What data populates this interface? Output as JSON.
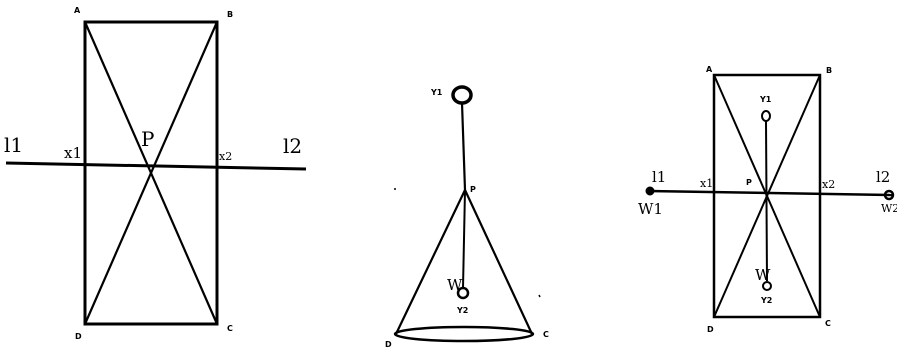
{
  "figure1": {
    "corner_a": "A",
    "corner_b": "B",
    "corner_c": "C",
    "corner_d": "D",
    "center": "P",
    "line_left": "l1",
    "line_right": "l2",
    "cross_left": "x1",
    "cross_right": "x2"
  },
  "figure2": {
    "top_node": "Y1",
    "apex": "P",
    "weight": "W",
    "bottom_node": "Y2",
    "base_left": "D",
    "base_right": "C"
  },
  "figure3": {
    "corner_a": "A",
    "corner_b": "B",
    "corner_c": "C",
    "corner_d": "D",
    "center": "P",
    "top_node": "Y1",
    "bottom_node": "Y2",
    "weight": "W",
    "line_left": "l1",
    "line_right": "l2",
    "cross_left": "x1",
    "cross_right": "x2",
    "end_weight_left": "W1",
    "end_weight_right": "W2"
  }
}
